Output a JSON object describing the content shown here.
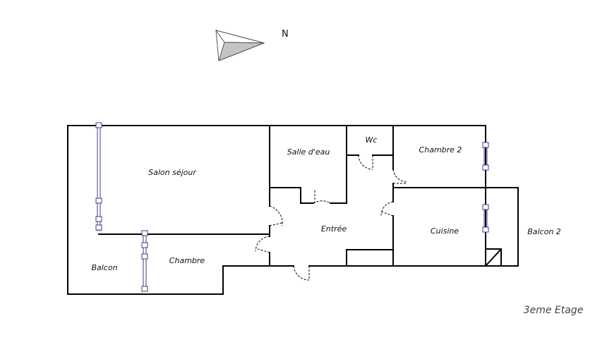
{
  "compass": {
    "label": "N"
  },
  "floor_label": "3eme Etage",
  "rooms": {
    "salon": "Salon séjour",
    "salle_eau": "Salle d'eau",
    "wc": "Wc",
    "chambre2": "Chambre 2",
    "cuisine": "Cuisine",
    "entree": "Entrée",
    "balcon2": "Balcon 2",
    "balcon": "Balcon",
    "chambre": "Chambre"
  }
}
